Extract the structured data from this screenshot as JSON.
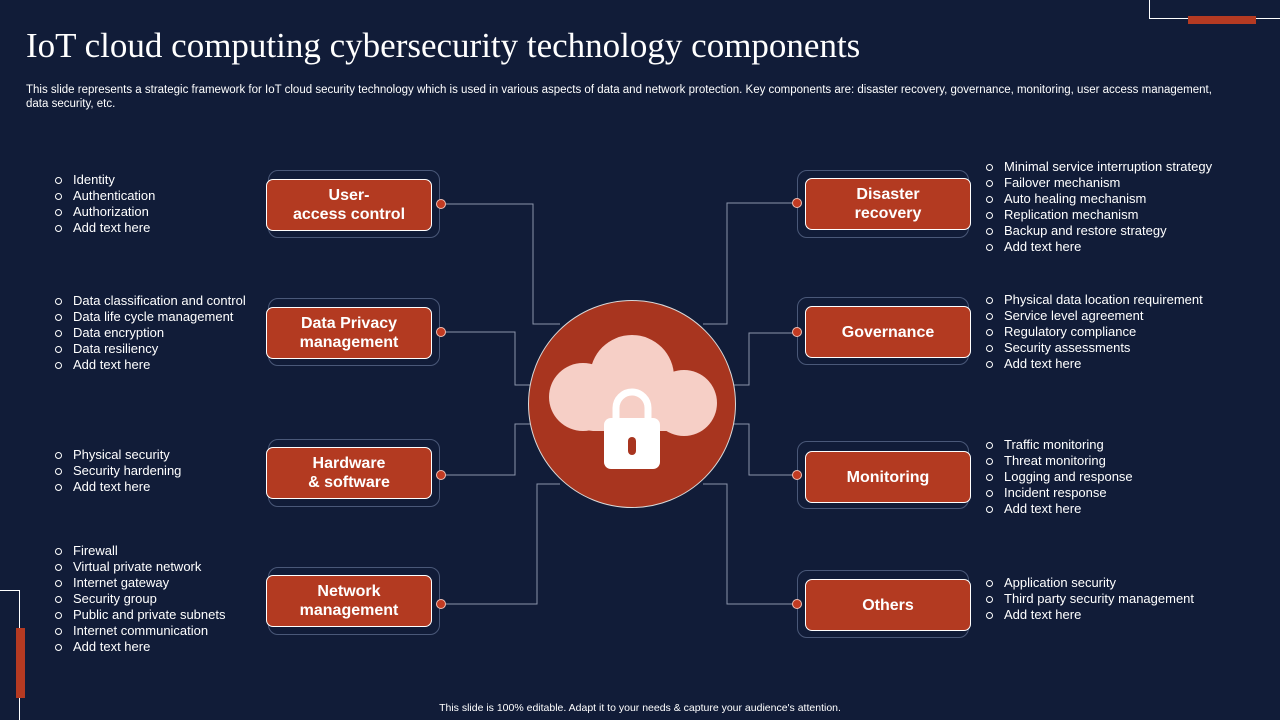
{
  "title": "IoT cloud computing cybersecurity technology components",
  "subtitle": "This slide represents a strategic framework for IoT cloud security technology which is used in various aspects of data and network protection. Key components are: disaster recovery, governance, monitoring, user access management, data security, etc.",
  "center_icon": "cloud-lock-icon",
  "colors": {
    "background": "#111c38",
    "accent": "#b33a21",
    "cloud": "#f6cfc6"
  },
  "left_nodes": [
    {
      "label": "User-\naccess control",
      "items": [
        "Identity",
        "Authentication",
        "Authorization",
        "Add text here"
      ]
    },
    {
      "label": "Data Privacy\nmanagement",
      "items": [
        "Data classification and control",
        "Data life cycle management",
        "Data encryption",
        "Data resiliency",
        "Add text here"
      ]
    },
    {
      "label": "Hardware\n& software",
      "items": [
        "Physical security",
        "Security hardening",
        "Add text here"
      ]
    },
    {
      "label": "Network\nmanagement",
      "items": [
        "Firewall",
        "Virtual private  network",
        "Internet gateway",
        "Security group",
        "Public and private  subnets",
        "Internet communication",
        "Add text here"
      ]
    }
  ],
  "right_nodes": [
    {
      "label": "Disaster\nrecovery",
      "items": [
        "Minimal service interruption strategy",
        "Failover  mechanism",
        "Auto healing mechanism",
        "Replication mechanism",
        "Backup and restore strategy",
        "Add text here"
      ]
    },
    {
      "label": "Governance",
      "items": [
        "Physical data location requirement",
        "Service level agreement",
        "Regulatory compliance",
        "Security assessments",
        "Add text here"
      ]
    },
    {
      "label": "Monitoring",
      "items": [
        "Traffic  monitoring",
        "Threat  monitoring",
        "Logging and response",
        "Incident response",
        "Add text here"
      ]
    },
    {
      "label": "Others",
      "items": [
        "Application security",
        "Third party security management",
        "Add text here"
      ]
    }
  ],
  "footer": "This slide is 100% editable.  Adapt it to your needs & capture your audience's attention."
}
